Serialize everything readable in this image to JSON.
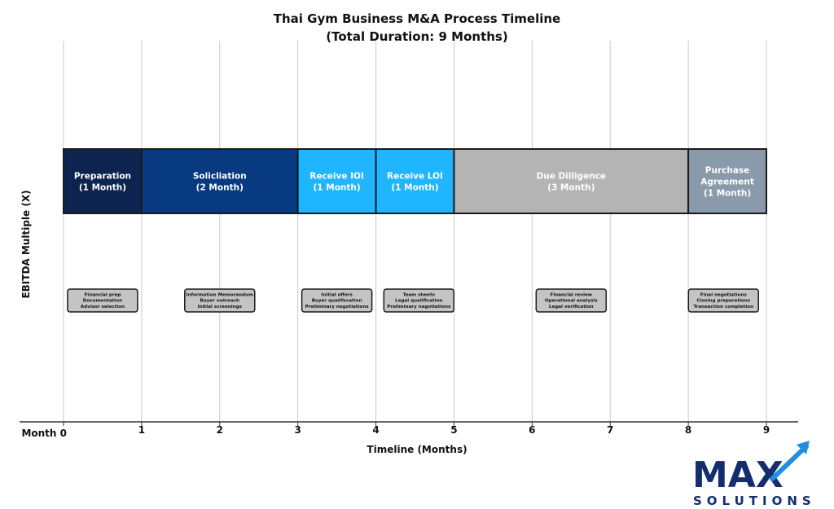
{
  "chart_data": {
    "type": "gantt",
    "title": "Thai Gym Business M&A Process Timeline",
    "subtitle": "(Total Duration: 9 Months)",
    "xlabel": "Timeline (Months)",
    "ylabel": "EBITDA Multiple (X)",
    "xlim": [
      0,
      9
    ],
    "x_ticks": [
      {
        "value": 0,
        "label": "Month 0"
      },
      {
        "value": 1,
        "label": "1"
      },
      {
        "value": 2,
        "label": "2"
      },
      {
        "value": 3,
        "label": "3"
      },
      {
        "value": 4,
        "label": "4"
      },
      {
        "value": 5,
        "label": "5"
      },
      {
        "value": 6,
        "label": "6"
      },
      {
        "value": 7,
        "label": "7"
      },
      {
        "value": 8,
        "label": "8"
      },
      {
        "value": 9,
        "label": "9"
      }
    ],
    "grid": true,
    "phases": [
      {
        "name": "Preparation",
        "duration_label": "(1 Month)",
        "start": 0,
        "end": 1,
        "color": "#0d2450",
        "text_color": "#ffffff"
      },
      {
        "name": "Solicliation",
        "duration_label": "(2 Month)",
        "start": 1,
        "end": 3,
        "color": "#073a80",
        "text_color": "#ffffff"
      },
      {
        "name": "Receive IOI",
        "duration_label": "(1 Month)",
        "start": 3,
        "end": 4,
        "color": "#1fb5ff",
        "text_color": "#ffffff"
      },
      {
        "name": "Receive LOI",
        "duration_label": "(1 Month)",
        "start": 4,
        "end": 5,
        "color": "#1fb5ff",
        "text_color": "#ffffff"
      },
      {
        "name": "Due Dilligence",
        "duration_label": "(3 Month)",
        "start": 5,
        "end": 8,
        "color": "#b4b4b4",
        "text_color": "#ffffff"
      },
      {
        "name": "Purchase Agreement",
        "name_lines": [
          "Purchase",
          "Agreement"
        ],
        "duration_label": "(1 Month)",
        "start": 8,
        "end": 9,
        "color": "#8a9aaa",
        "text_color": "#ffffff"
      }
    ],
    "annotations": [
      {
        "center": 0.5,
        "lines": [
          "Financial prep",
          "Documentation",
          "Advisor selection"
        ]
      },
      {
        "center": 2.0,
        "lines": [
          "Information Memorandum",
          "Buyer outreach",
          "Initial screenings"
        ]
      },
      {
        "center": 3.5,
        "lines": [
          "Initial offers",
          "Buyer qualifecation",
          "Preliminary negotiations"
        ]
      },
      {
        "center": 4.55,
        "lines": [
          "Team sheets",
          "Legal qualification",
          "Preliminary negotiations"
        ]
      },
      {
        "center": 6.5,
        "lines": [
          "Financial review",
          "Operational analysis",
          "Legal verification"
        ]
      },
      {
        "center": 8.45,
        "lines": [
          "Final negotiations",
          "Closing preparations",
          "Transaction completion"
        ]
      }
    ]
  },
  "logo": {
    "text": "MAX",
    "subtext": "SOLUTIONS",
    "primary_color": "#142d6e",
    "accent_color": "#1f8fe0"
  }
}
